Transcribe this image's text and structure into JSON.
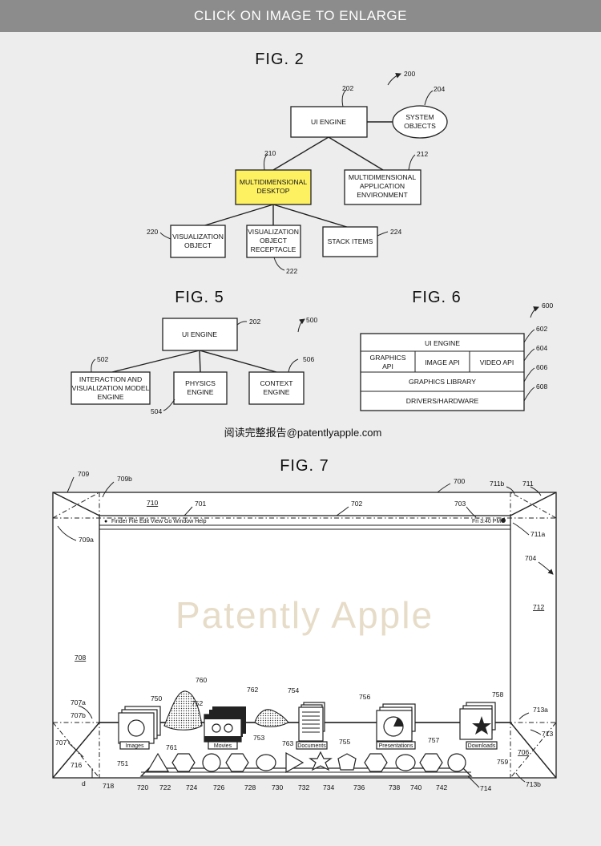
{
  "banner": "CLICK ON IMAGE TO ENLARGE",
  "fig2": {
    "title": "FIG. 2",
    "ref_main": "200",
    "ui_engine": {
      "label": "UI ENGINE",
      "ref": "202"
    },
    "system_objects": {
      "lines": [
        "SYSTEM",
        "OBJECTS"
      ],
      "ref": "204"
    },
    "desktop": {
      "lines": [
        "MULTIDIMENSIONAL",
        "DESKTOP"
      ],
      "ref": "210",
      "color": "#fef161"
    },
    "app_env": {
      "lines": [
        "MULTIDIMENSIONAL",
        "APPLICATION",
        "ENVIRONMENT"
      ],
      "ref": "212"
    },
    "vis_object": {
      "lines": [
        "VISUALIZATION",
        "OBJECT"
      ],
      "ref": "220"
    },
    "receptacle": {
      "lines": [
        "VISUALIZATION",
        "OBJECT",
        "RECEPTACLE"
      ],
      "ref": "222"
    },
    "stack_items": {
      "label": "STACK ITEMS",
      "ref": "224"
    }
  },
  "fig5": {
    "title": "FIG. 5",
    "ref_main": "500",
    "ui_engine": {
      "label": "UI ENGINE",
      "ref": "202"
    },
    "interaction": {
      "lines": [
        "INTERACTION AND",
        "VISUALIZATION MODEL",
        "ENGINE"
      ],
      "ref": "502"
    },
    "physics": {
      "lines": [
        "PHYSICS",
        "ENGINE"
      ],
      "ref": "504"
    },
    "context": {
      "lines": [
        "CONTEXT",
        "ENGINE"
      ],
      "ref": "506"
    }
  },
  "fig6": {
    "title": "FIG. 6",
    "ref_main": "600",
    "ui_engine": {
      "label": "UI ENGINE",
      "ref": "602"
    },
    "graphics_api": {
      "lines": [
        "GRAPHICS",
        "API"
      ]
    },
    "image_api": {
      "label": "IMAGE API"
    },
    "video_api": {
      "label": "VIDEO API"
    },
    "row2_ref": "604",
    "graphics_library": {
      "label": "GRAPHICS LIBRARY",
      "ref": "606"
    },
    "drivers": {
      "label": "DRIVERS/HARDWARE",
      "ref": "608"
    }
  },
  "credit": "阅读完整报告@patentlyapple.com",
  "fig7": {
    "title": "FIG. 7",
    "watermark": "Patently Apple",
    "menubar": "Finder  File  Edit  View  Go Window  Help",
    "clock": "Fri 3:40 PM",
    "refs": {
      "r700": "700",
      "r701": "701",
      "r702": "702",
      "r703": "703",
      "r704": "704",
      "r706": "706",
      "r707": "707",
      "r707a": "707a",
      "r707b": "707b",
      "r708": "708",
      "r709": "709",
      "r709a": "709a",
      "r709b": "709b",
      "r710": "710",
      "r711": "711",
      "r711a": "711a",
      "r711b": "711b",
      "r712": "712",
      "r713": "713",
      "r713a": "713a",
      "r713b": "713b",
      "r714": "714",
      "r716": "716",
      "r718": "718",
      "r720": "720",
      "r722": "722",
      "r724": "724",
      "r726": "726",
      "r728": "728",
      "r730": "730",
      "r732": "732",
      "r734": "734",
      "r736": "736",
      "r738": "738",
      "r740": "740",
      "r742": "742",
      "r750": "750",
      "r751": "751",
      "r752": "752",
      "r753": "753",
      "r754": "754",
      "r755": "755",
      "r756": "756",
      "r757": "757",
      "r758": "758",
      "r759": "759",
      "r760": "760",
      "r761": "761",
      "r762": "762",
      "r763": "763",
      "d": "d"
    },
    "stack_labels": {
      "images": "Images",
      "movies": "Movies",
      "documents": "Documents",
      "presentations": "Presentations",
      "downloads": "Downloads"
    }
  }
}
